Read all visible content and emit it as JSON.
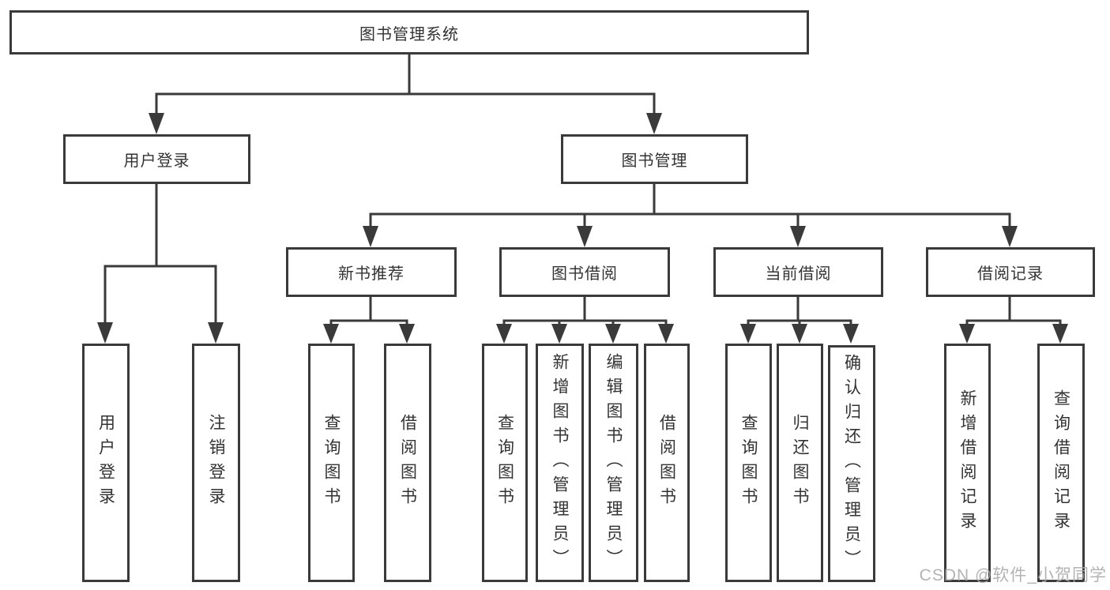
{
  "title": {
    "label": "图书管理系统"
  },
  "level2": {
    "user_login": "用户登录",
    "book_management": "图书管理"
  },
  "level3": {
    "new_book_recommend": "新书推荐",
    "book_borrow": "图书借阅",
    "current_borrow": "当前借阅",
    "borrow_records": "借阅记录"
  },
  "leaves": {
    "user_login_leaf": "用户登录",
    "logout": "注销登录",
    "nb_query_books": "查询图书",
    "nb_borrow_books": "借阅图书",
    "bb_query_books": "查询图书",
    "bb_add_books": "新增图书（管理员）",
    "bb_edit_books": "编辑图书（管理员）",
    "bb_borrow_books": "借阅图书",
    "cb_query_books": "查询图书",
    "cb_return_books": "归还图书",
    "cb_confirm_return": "确认归还（管理员）",
    "br_add_record": "新增借阅记录",
    "br_query_record": "查询借阅记录"
  },
  "watermark": "CSDN @软件_小贺同学",
  "colors": {
    "line": "#3a3a3a",
    "text": "#333333",
    "background": "#ffffff",
    "watermark": "#ababab"
  }
}
